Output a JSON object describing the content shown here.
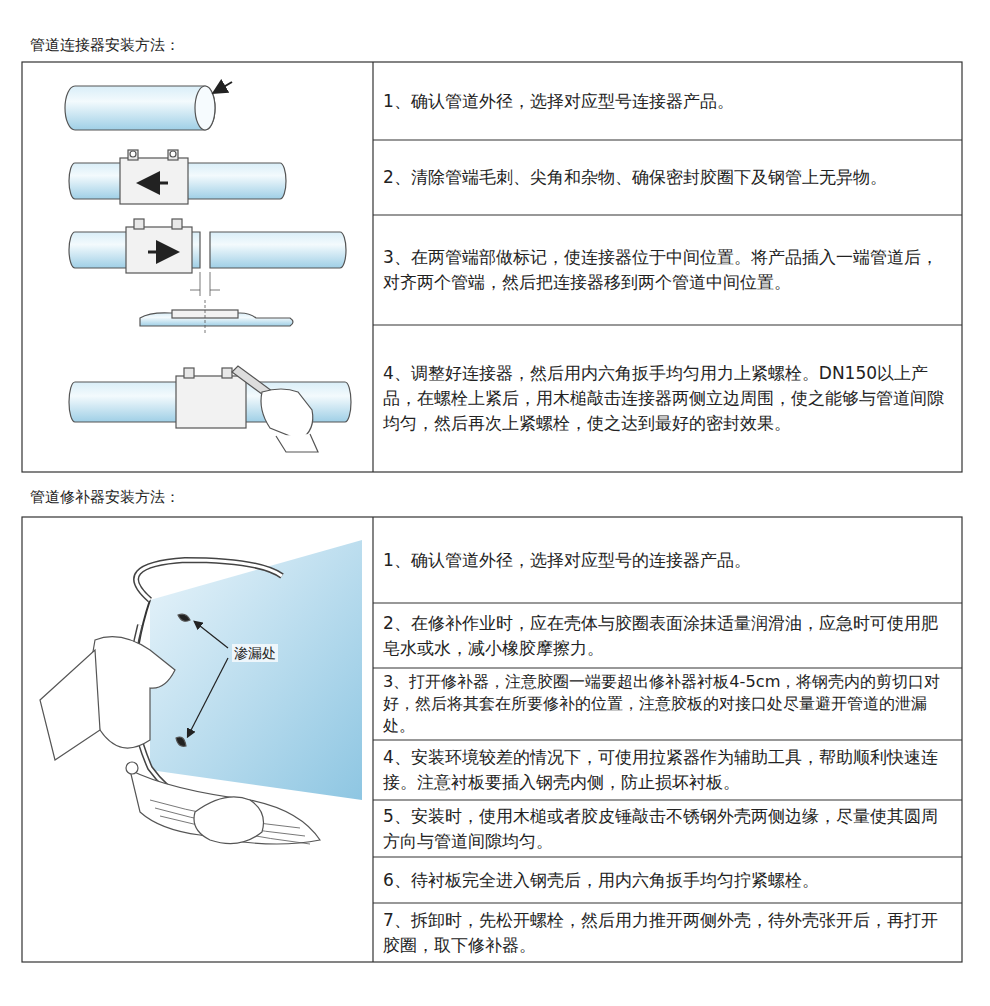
{
  "diagram": {
    "labels": [
      "管道连接器安装方法：",
      "1、确认管道外径，选择对应型号连接器产品。",
      "2、清除管端毛刺、尖角和杂物、确保密封胶圈下及钢管上无异物。",
      "3、在两管端部做标记，使连接器位于中间位置。将产品插入一端管道后，对齐两个管端，然后把连接器移到两个管道中间位置。",
      "4、调整好连接器，然后用内六角扳手均匀用力上紧螺栓。DN150以上产品，在螺栓上紧后，用木槌敲击连接器两侧立边周围，使之能够与管道间隙均匀，然后再次上紧螺栓，使之达到最好的密封效果。",
      "管道修补器安装方法：",
      "1、确认管道外径，选择对应型号的连接器产品。",
      "2、在修补作业时，应在壳体与胶圈表面涂抹适量润滑油，应急时可使用肥皂水或水，减小橡胶摩擦力。",
      "3、打开修补器，注意胶圈一端要超出修补器衬板4-5cm，将钢壳内的剪切口对好，然后将其套在所要修补的位置，注意胶板的对接口处尽量避开管道的泄漏处。",
      "4、安装环境较差的情况下，可使用拉紧器作为辅助工具，帮助顺利快速连接。注意衬板要插入钢壳内侧，防止损坏衬板。",
      "5、安装时，使用木槌或者胶皮锤敲击不锈钢外壳两侧边缘，尽量使其圆周方向与管道间隙均匀。",
      "6、待衬板完全进入钢壳后，用内六角扳手均匀拧紧螺栓。",
      "7、拆卸时，先松开螺栓，然后用力推开两侧外壳，待外壳张开后，再打开胶圈，取下修补器。",
      "渗漏处"
    ]
  }
}
